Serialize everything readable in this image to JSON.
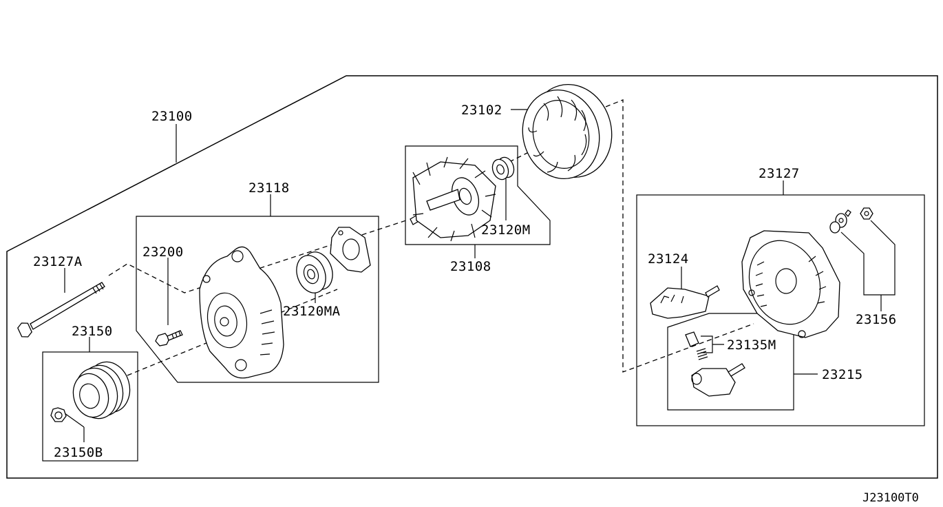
{
  "parts": {
    "p23100": "23100",
    "p23127A": "23127A",
    "p23150": "23150",
    "p23150B": "23150B",
    "p23118": "23118",
    "p23200": "23200",
    "p23120MA": "23120MA",
    "p23102": "23102",
    "p23120M": "23120M",
    "p23108": "23108",
    "p23127": "23127",
    "p23124": "23124",
    "p23135M": "23135M",
    "p23215": "23215",
    "p23156": "23156"
  },
  "diagram_code": "J23100T0"
}
